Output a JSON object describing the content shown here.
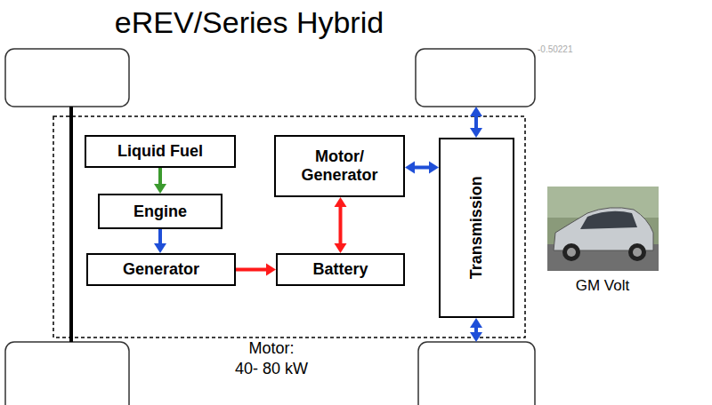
{
  "diagram": {
    "title": "eREV/Series Hybrid",
    "nodes": [
      {
        "text": [
          "Liquid Fuel"
        ]
      },
      {
        "text": [
          "Motor/ Generator"
        ]
      },
      {
        "text": [
          "Transmission"
        ]
      },
      {
        "text": [
          "Engine"
        ]
      },
      {
        "text": [
          "Generator"
        ]
      },
      {
        "text": [
          "Battery"
        ]
      }
    ],
    "edges": [
      {
        "from": 0,
        "to": 3,
        "arrow": "to"
      },
      {
        "from": 3,
        "to": 4,
        "arrow": "to"
      },
      {
        "from": 4,
        "to": 5,
        "arrow": "to"
      },
      {
        "from": 5,
        "to": 1,
        "arrow": "both"
      },
      {
        "from": 1,
        "to": 2,
        "arrow": "both"
      }
    ],
    "labels": [
      "-0.50221",
      "Motor:",
      "40- 80 kW",
      "GM Volt"
    ]
  }
}
